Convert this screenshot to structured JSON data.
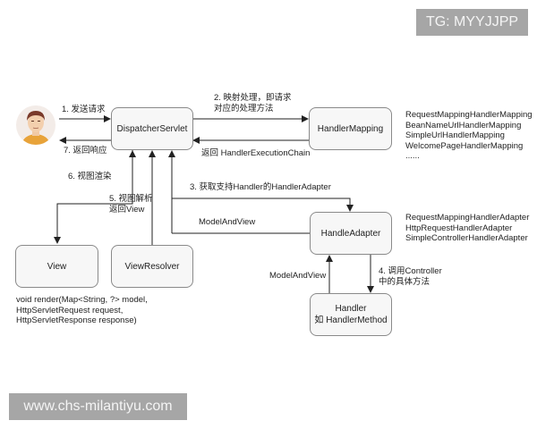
{
  "watermarks": {
    "top_right": "TG: MYYJJPP",
    "bottom_left": "www.chs-milantiyu.com"
  },
  "nodes": {
    "client": {
      "icon": "user-avatar-icon"
    },
    "dispatcher_servlet": "DispatcherServlet",
    "handler_mapping": "HandlerMapping",
    "handle_adapter": "HandleAdapter",
    "view": "View",
    "view_resolver": "ViewResolver",
    "handler_line1": "Handler",
    "handler_line2": "如 HandlerMethod"
  },
  "edges": {
    "step1": "1. 发送请求",
    "step2_line1": "2. 映射处理，即请求",
    "step2_line2": "对应的处理方法",
    "return_chain": "返回 HandlerExecutionChain",
    "step3": "3. 获取支持Handler的HandlerAdapter",
    "model_and_view_top": "ModelAndView",
    "step4_line1": "4. 调用Controller",
    "step4_line2": "中的具体方法",
    "model_and_view_bottom": "ModelAndView",
    "step5_line1": "5. 视图解析",
    "step5_line2": "返回View",
    "step6": "6. 视图渲染",
    "step7": "7. 返回响应"
  },
  "notes": {
    "handler_mappings": [
      "RequestMappingHandlerMapping",
      "BeanNameUrlHandlerMapping",
      "SimpleUrlHandlerMapping",
      "WelcomePageHandlerMapping",
      "......"
    ],
    "handler_adapters": [
      "RequestMappingHandlerAdapter",
      "HttpRequestHandlerAdapter",
      "SimpleControllerHandlerAdapter"
    ],
    "render_signature": [
      "void render(Map<String, ?> model,",
      "HttpServletRequest request,",
      "HttpServletResponse response)"
    ]
  },
  "colors": {
    "line": "#222222",
    "box_border": "#8a8a8a",
    "box_fill": "#f7f7f7",
    "watermark_bg": "#a6a6a6"
  }
}
